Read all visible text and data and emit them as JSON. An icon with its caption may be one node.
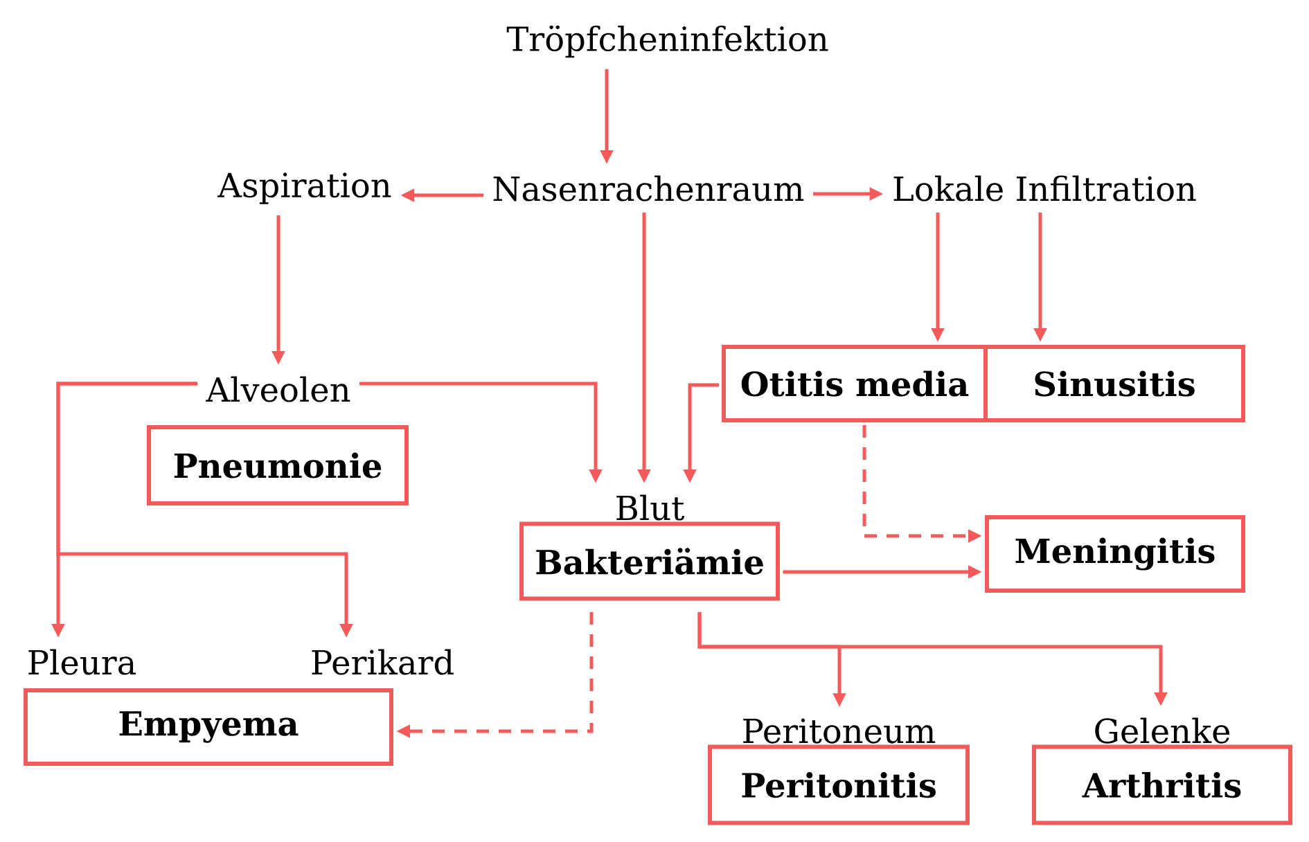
{
  "diagram": {
    "nodes": [
      {
        "text": [
          "Tröpfcheninfektion"
        ]
      },
      {
        "text": [
          "Aspiration"
        ]
      },
      {
        "text": [
          "Nasenrachenraum"
        ]
      },
      {
        "text": [
          "Lokale Infiltration"
        ]
      },
      {
        "text": [
          "Alveolen"
        ]
      },
      {
        "text": [
          "Otitis media"
        ]
      },
      {
        "text": [
          "Sinusitis"
        ]
      },
      {
        "text": [
          "Pneumonie"
        ]
      },
      {
        "text": [
          "Blut",
          "Bakteriämie"
        ]
      },
      {
        "text": [
          "Meningitis"
        ]
      },
      {
        "text": [
          "Pleura"
        ]
      },
      {
        "text": [
          "Perikard"
        ]
      },
      {
        "text": [
          "Empyema"
        ]
      },
      {
        "text": [
          "Peritoneum",
          "Peritonitis"
        ]
      },
      {
        "text": [
          "Gelenke",
          "Arthritis"
        ]
      }
    ],
    "edges": [
      {
        "from": 0,
        "to": 2,
        "arrow": "to"
      },
      {
        "from": 2,
        "to": 1,
        "arrow": "to"
      },
      {
        "from": 2,
        "to": 3,
        "arrow": "to"
      },
      {
        "from": 2,
        "to": 8,
        "arrow": "to"
      },
      {
        "from": 1,
        "to": 4,
        "arrow": "to"
      },
      {
        "from": 3,
        "to": 5,
        "arrow": "to"
      },
      {
        "from": 3,
        "to": 6,
        "arrow": "to"
      },
      {
        "from": 4,
        "to": 8,
        "arrow": "to"
      },
      {
        "from": 4,
        "to": 10,
        "arrow": "to"
      },
      {
        "from": 4,
        "to": 11,
        "arrow": "to"
      },
      {
        "from": 5,
        "to": 8,
        "arrow": "to"
      },
      {
        "from": 5,
        "to": 9,
        "arrow": "to",
        "style": "dashed"
      },
      {
        "from": 8,
        "to": 9,
        "arrow": "to"
      },
      {
        "from": 8,
        "to": 12,
        "arrow": "to",
        "style": "dashed"
      },
      {
        "from": 8,
        "to": 13,
        "arrow": "to"
      },
      {
        "from": 8,
        "to": 14,
        "arrow": "to"
      }
    ]
  }
}
